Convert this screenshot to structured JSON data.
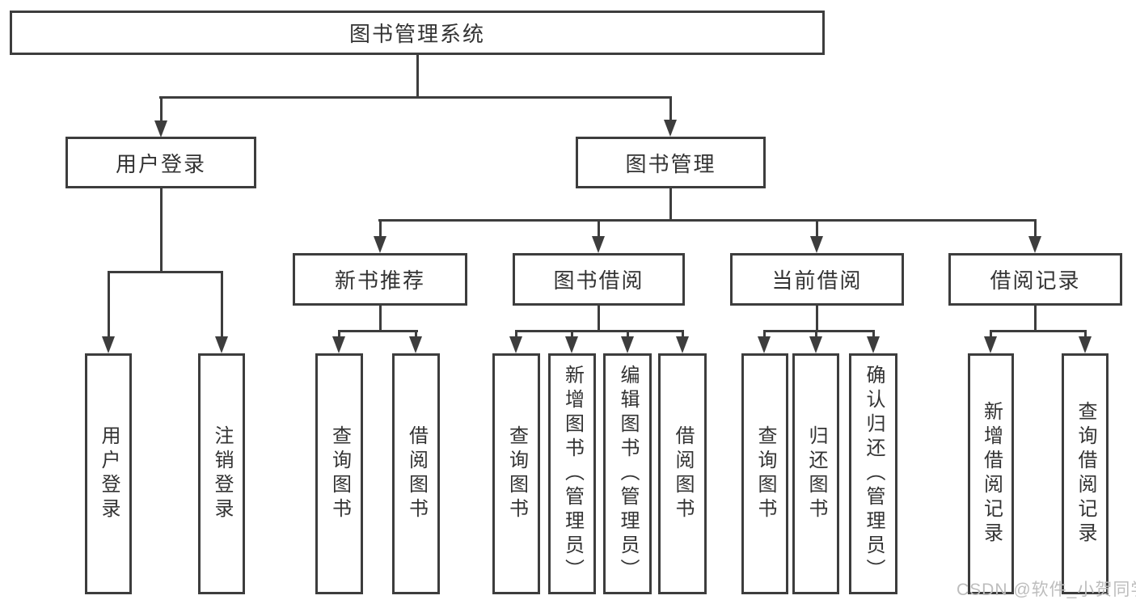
{
  "tree": {
    "label": "图书管理系统",
    "children": [
      {
        "label": "用户登录",
        "children": [
          {
            "label": "用户登录"
          },
          {
            "label": "注销登录"
          }
        ]
      },
      {
        "label": "图书管理",
        "children": [
          {
            "label": "新书推荐",
            "children": [
              {
                "label": "查询图书"
              },
              {
                "label": "借阅图书"
              }
            ]
          },
          {
            "label": "图书借阅",
            "children": [
              {
                "label": "查询图书"
              },
              {
                "label": "新增图书（管理员）"
              },
              {
                "label": "编辑图书（管理员）"
              },
              {
                "label": "借阅图书"
              }
            ]
          },
          {
            "label": "当前借阅",
            "children": [
              {
                "label": "查询图书"
              },
              {
                "label": "归还图书"
              },
              {
                "label": "确认归还（管理员）"
              }
            ]
          },
          {
            "label": "借阅记录",
            "children": [
              {
                "label": "新增借阅记录"
              },
              {
                "label": "查询借阅记录"
              }
            ]
          }
        ]
      }
    ]
  },
  "watermark": "CSDN @软件_小贺同学",
  "colors": {
    "line": "#3d3d3d",
    "text": "#333333",
    "watermark": "#bdbdbd"
  }
}
